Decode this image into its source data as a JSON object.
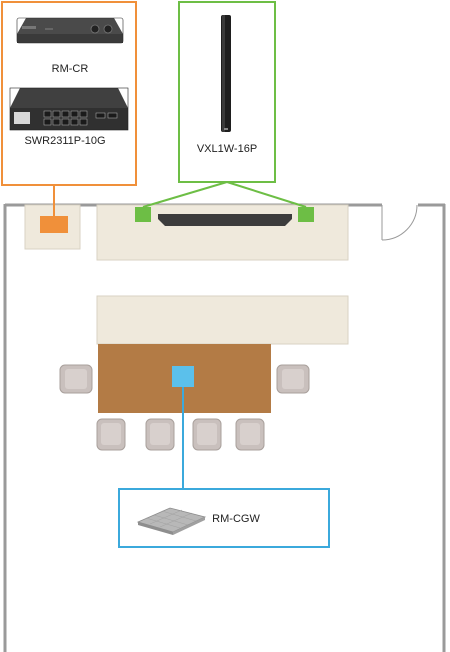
{
  "devices": {
    "rm_cr": {
      "label": "RM-CR",
      "icon": "processor-box-icon"
    },
    "swr": {
      "label": "SWR2311P-10G",
      "icon": "network-switch-icon"
    },
    "vxl": {
      "label": "VXL1W-16P",
      "icon": "line-array-speaker-icon"
    },
    "rm_cgw": {
      "label": "RM-CGW",
      "icon": "ceiling-microphone-icon"
    }
  },
  "colors": {
    "rack_frame": "#F0903A",
    "speaker_frame": "#6DBE45",
    "mic_frame": "#3BA9DC",
    "wall": "#9A9A9A",
    "cabinet": "#EFE9DC",
    "table": "#B37B45",
    "chair": "#C9C0BD",
    "rack_marker": "#F0903A",
    "speaker_marker": "#6DBE45",
    "mic_marker": "#5BC0EB",
    "screen": "#3C3C3C"
  }
}
